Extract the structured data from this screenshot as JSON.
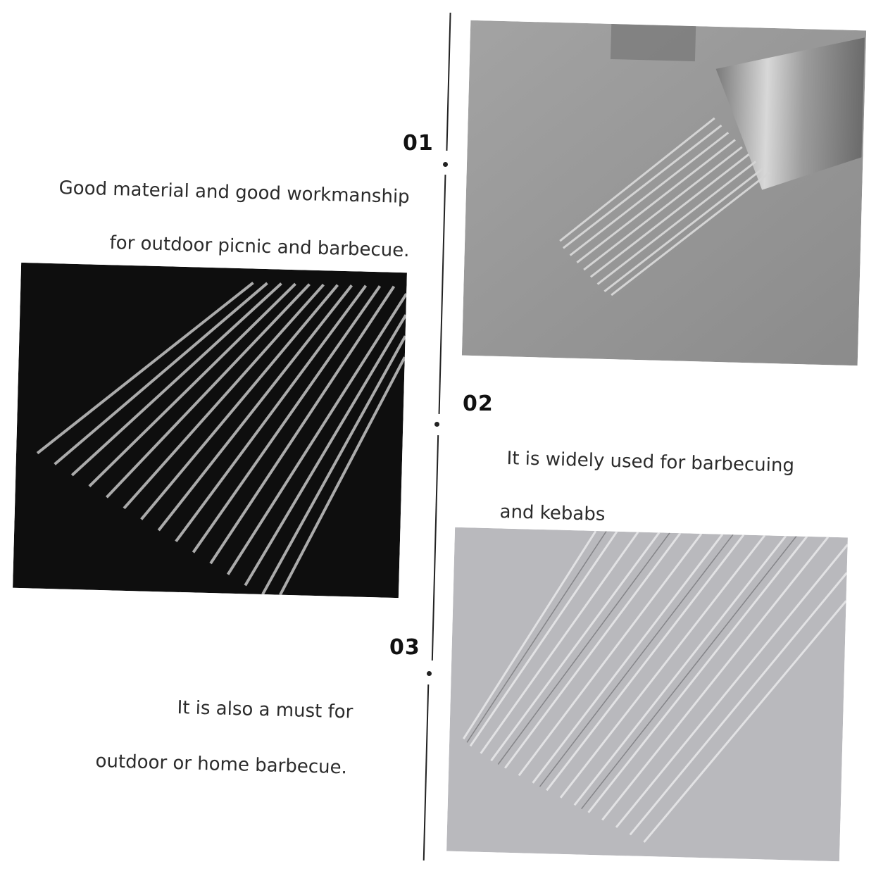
{
  "sections": [
    {
      "number": "01",
      "lines": [
        "Good material and good workmanship",
        "for outdoor picnic and barbecue."
      ]
    },
    {
      "number": "02",
      "lines": [
        "It is widely used for barbecuing",
        "and kebabs"
      ]
    },
    {
      "number": "03",
      "lines": [
        "It is also a must for",
        "outdoor or home barbecue."
      ]
    }
  ],
  "photos": [
    {
      "name": "skewers-bundle-in-cup",
      "background": "#9a9a9a"
    },
    {
      "name": "skewer-tips-dark",
      "background": "#0e0e0e"
    },
    {
      "name": "skewers-fanned-out",
      "background": "#b9b9bd"
    }
  ],
  "colors": {
    "text": "#2b2b2b",
    "number": "#111111",
    "divider": "#222222"
  }
}
